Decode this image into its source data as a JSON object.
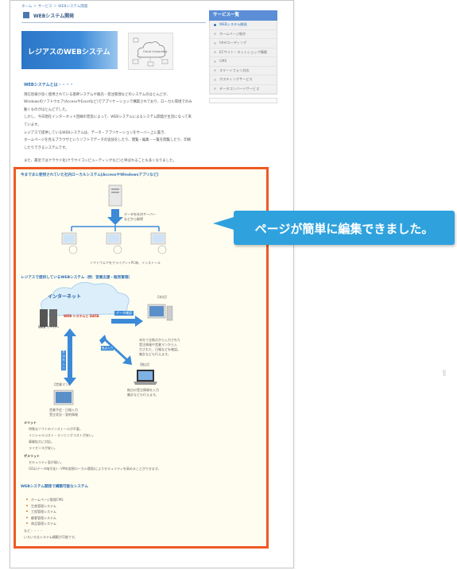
{
  "breadcrumb": "ホーム ＞ サービス ＞ WEBシステム開発",
  "page_title": "WEBシステム開発",
  "banner_text": "レジアスのWEBシステム",
  "cloud_image_label": "Cloud Computing",
  "intro": {
    "heading": "WEBシステムとは・・・・",
    "paragraphs": [
      "現在皆様が良く使用されている基幹システムや販売・受注管理などのシステムのほとんどが、",
      "Windowsのソフトウエア(AccessやExcelなど)でアプリケーションで構築されており、ローカル環境でのみ",
      "動くものがほとんどでした。",
      "しかし、今日現在インターネット回線の普及によって、WEBシステムによるシステム開発が主流になって来",
      "ています。",
      "レジアスで提供しているWEBシステムは、データ・アプリケーションをサーバー上に置き、",
      "ホームページを見るブラウザというソフトでデータの追加をしたり、閲覧・編集・一覧を閲覧したり、印刷",
      "したりできるシステムです。",
      "",
      "また、最近ではクラウド化(クラウドコンピューティングなど)と呼ばれることも多くなりました。"
    ]
  },
  "sidebar": {
    "header": "サービス一覧",
    "items": [
      {
        "label": "WEBシステム開発",
        "active": true
      },
      {
        "label": "ホームページ制作",
        "active": false
      },
      {
        "label": "htmlコーディング",
        "active": false
      },
      {
        "label": "ECサイト・ネットショップ構築",
        "active": false
      },
      {
        "label": "CMS",
        "active": false
      },
      {
        "label": "スマートフォン対応",
        "active": false
      },
      {
        "label": "ホスティングサービス",
        "active": false
      },
      {
        "label": "データコンバートサービス",
        "active": false
      }
    ]
  },
  "highlight": {
    "section1_heading": "今までまに使用されていた社内ローカルシステム[AccessやWindowsアプリなど]",
    "server_note": "データを社内サーバー\nなどから取得",
    "clients_note": "ソフトウエアをクライアントPC毎、インストール",
    "section2_heading": "レジアスで提供しているWEBシステム（例：営業支援・販売管理）",
    "internet_label": "インターネット",
    "web_system_label": "WEB システムと DATA",
    "web_server_label": "WEB サーバー",
    "data_link_label": "データ確認",
    "honsha_label": "【本社】",
    "honsha_note": "本社で全拠点から入力された\n受注情報や営業マンから入\n力された、日報などを確認。\n集計なども行えます。",
    "outside_input_label": "外出先入力",
    "branch_input_label": "拠点入力",
    "branch_label": "【拠点】",
    "branch_note": "拠点の受注情報を入力\n集計なども行えます。",
    "sales_label": "【営業マン】",
    "sales_note": "営業予定・日報入力\n受注状況・契約情報",
    "merit_heading": "メリット",
    "merits": [
      "特殊なソフトのインストールが不要。",
      "イニシャルコスト・ランニングコストが安い。",
      "事業拡大に対応。",
      "ライセンスが安い。"
    ],
    "demerit_heading": "デメリット",
    "demerits": [
      "セキュリティ面が弱い。",
      "(SSL(データ暗号化)・VPN(仮想ローカル環境)によりセキュリティを高めることができます。"
    ],
    "section3_heading": "WEBシステム開発で構築可能なシステム",
    "systems": [
      "ホームページ管理CMS",
      "生産管理システム",
      "工程管理システム",
      "顧客管理システム",
      "商品管理システム"
    ],
    "etc": "など・・・・",
    "closing": "いろいろなシステム構築が可能です。"
  },
  "callout_text": "ページが簡単に編集できました。"
}
